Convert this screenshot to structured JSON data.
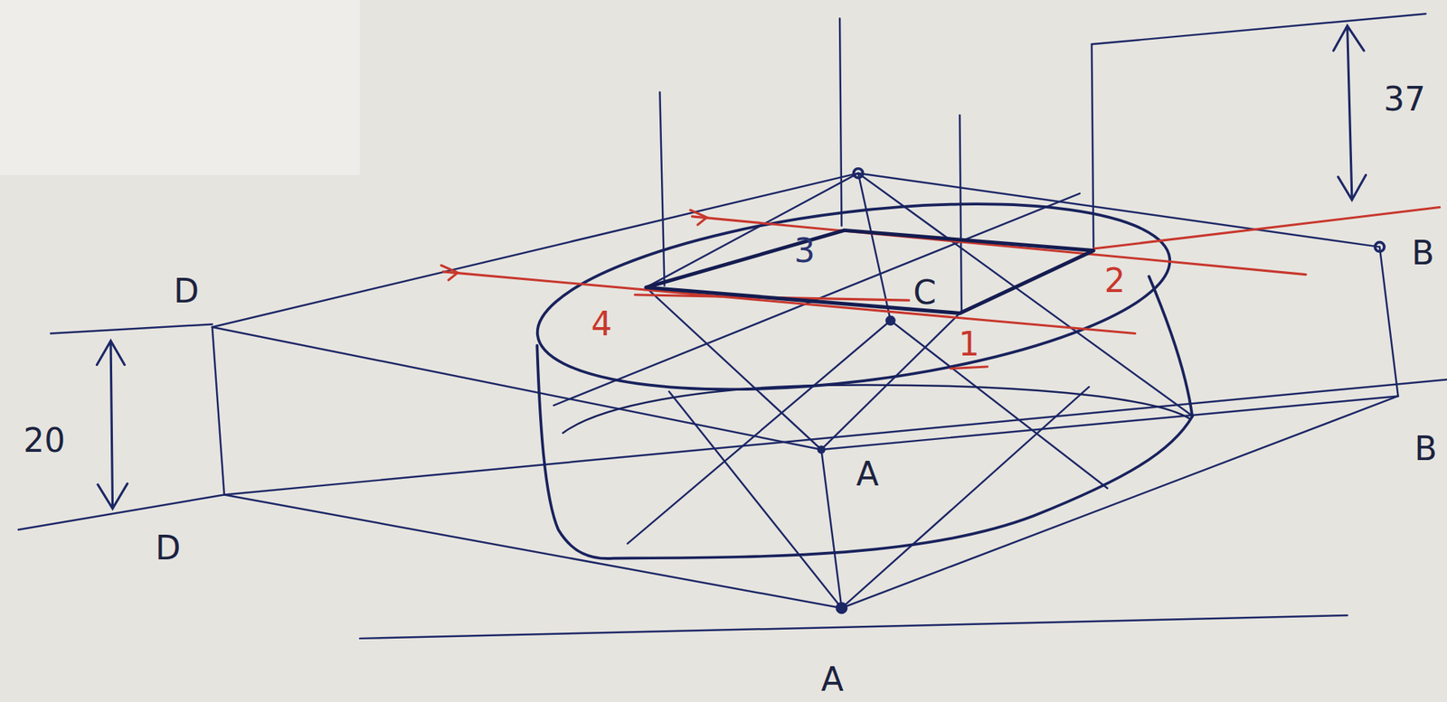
{
  "diagram": {
    "labels": [
      "37",
      "D",
      "20",
      "D",
      "C",
      "B",
      "B",
      "A",
      "A",
      "4",
      "3",
      "1",
      "2"
    ]
  }
}
